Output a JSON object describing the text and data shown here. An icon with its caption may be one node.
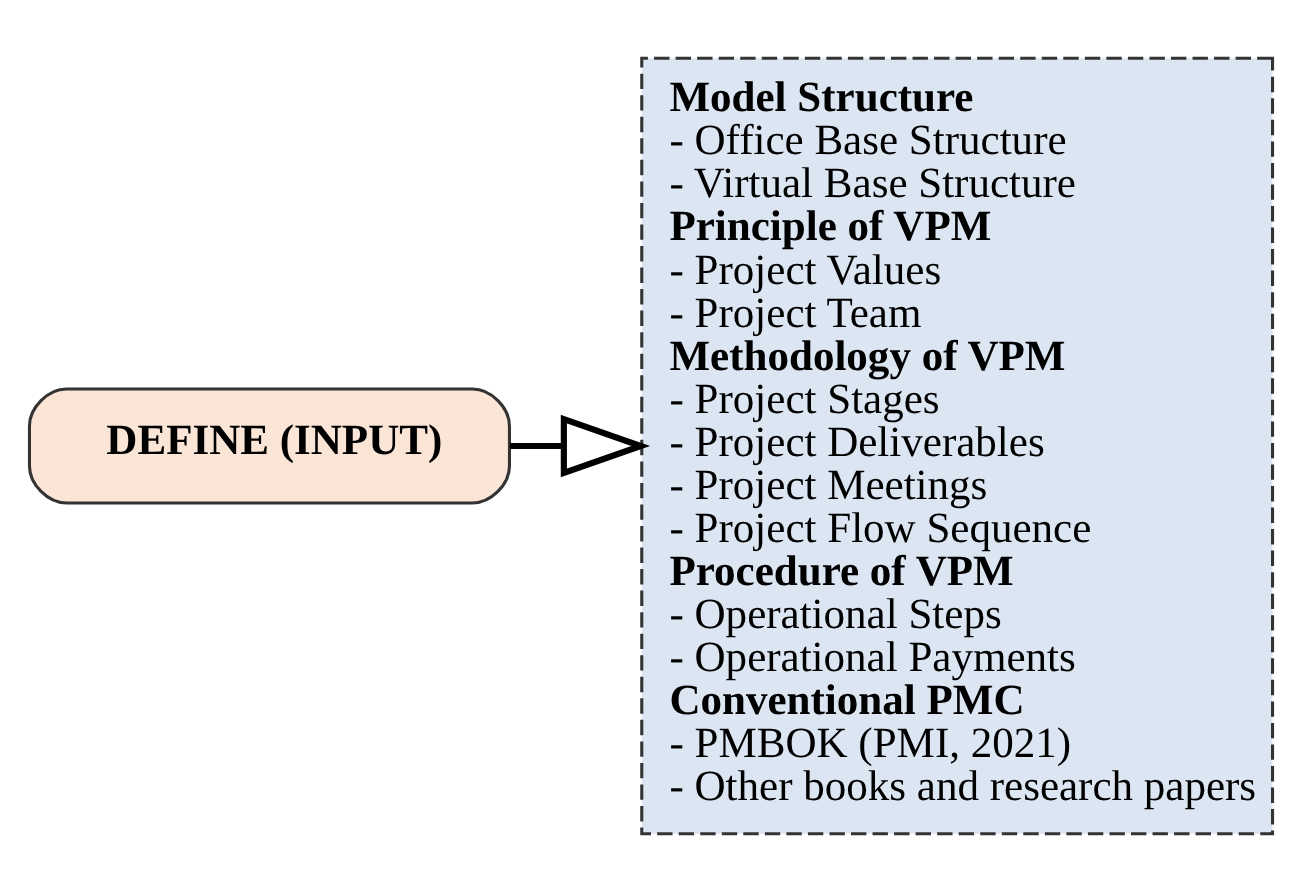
{
  "diagram": {
    "nodes": [
      {
        "text": [
          "**DEFINE (INPUT)**"
        ]
      },
      {
        "text": [
          "**Model Structure**",
          "- Office Base Structure",
          "- Virtual Base Structure",
          "**Principle of VPM**",
          "- Project Values",
          "- Project Team",
          "**Methodology of VPM**",
          "- Project Stages",
          "- Project Deliverables",
          "- Project Meetings",
          "- Project Flow Sequence",
          "**Procedure of VPM**",
          "- Operational Steps",
          "- Operational Payments",
          "**Conventional PMC**",
          "- PMBOK (PMI, 2021)",
          "- Other books and research papers"
        ]
      }
    ],
    "edges": [
      {
        "from": 0,
        "to": 1,
        "arrow": "to"
      }
    ]
  }
}
